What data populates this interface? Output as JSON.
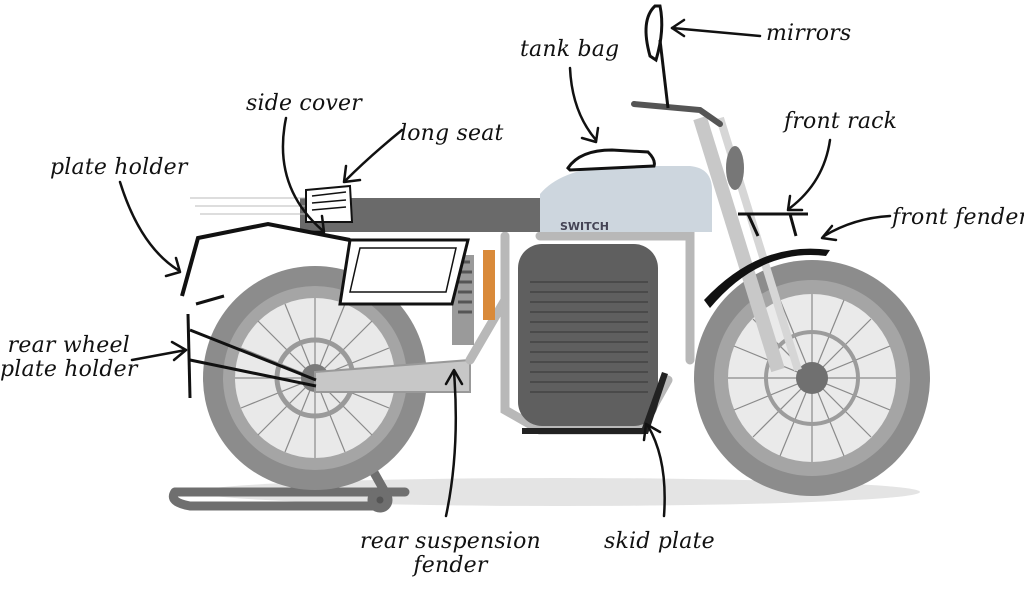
{
  "labels": {
    "mirrors": "mirrors",
    "tank_bag": "tank bag",
    "side_cover": "side cover",
    "long_seat": "long seat",
    "plate_holder": "plate holder",
    "front_rack": "front rack",
    "front_fender": "front fender",
    "rear_wheel_plate_holder": "rear wheel\nplate holder",
    "rear_suspension_fender": "rear suspension\nfender",
    "skid_plate": "skid plate"
  },
  "brand": "SWITCH",
  "colors": {
    "ink": "#111111",
    "tire": "#8a8a8a",
    "body": "#c9d3db",
    "battery": "#5e5e5e"
  }
}
